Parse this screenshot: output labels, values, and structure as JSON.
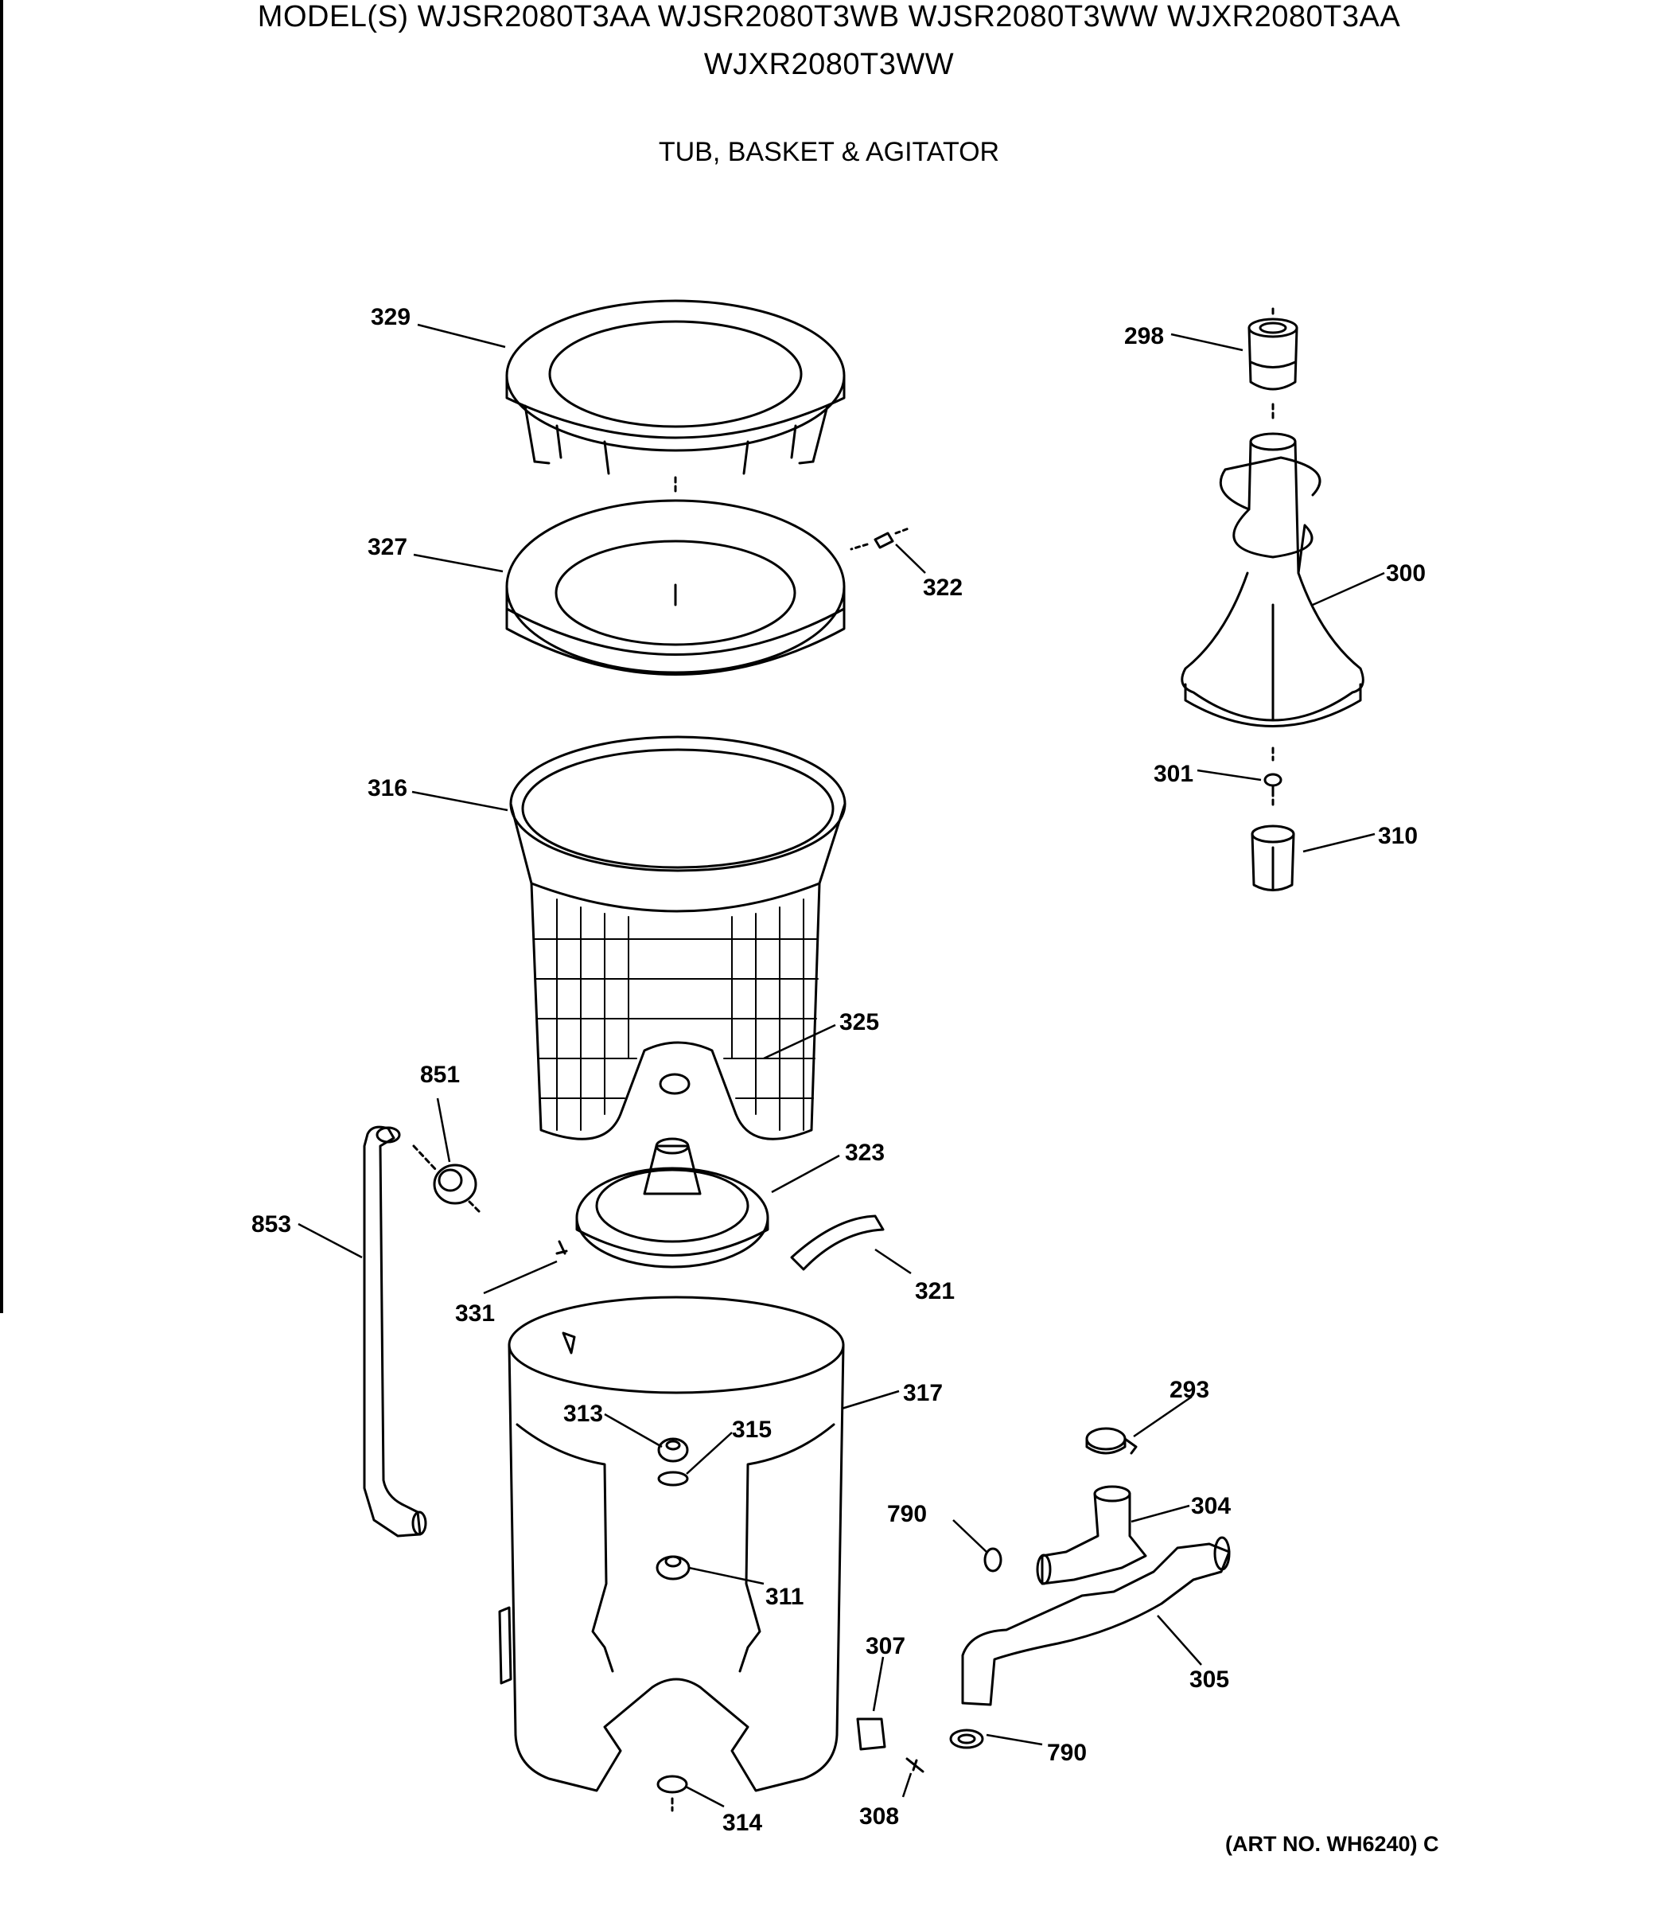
{
  "header": {
    "models_line1": "MODEL(S) WJSR2080T3AA  WJSR2080T3WB  WJSR2080T3WW  WJXR2080T3AA",
    "models_line2": "WJXR2080T3WW",
    "title": "TUB, BASKET & AGITATOR"
  },
  "art_number": "(ART NO. WH6240) C",
  "parts": {
    "p329": "329",
    "p327": "327",
    "p316": "316",
    "p325": "325",
    "p323": "323",
    "p321": "321",
    "p331": "331",
    "p851": "851",
    "p853": "853",
    "p317": "317",
    "p313": "313",
    "p315": "315",
    "p311": "311",
    "p314": "314",
    "p298": "298",
    "p300": "300",
    "p301": "301",
    "p310": "310",
    "p322": "322",
    "p293": "293",
    "p304": "304",
    "p790a": "790",
    "p305": "305",
    "p307": "307",
    "p308": "308",
    "p790b": "790"
  }
}
